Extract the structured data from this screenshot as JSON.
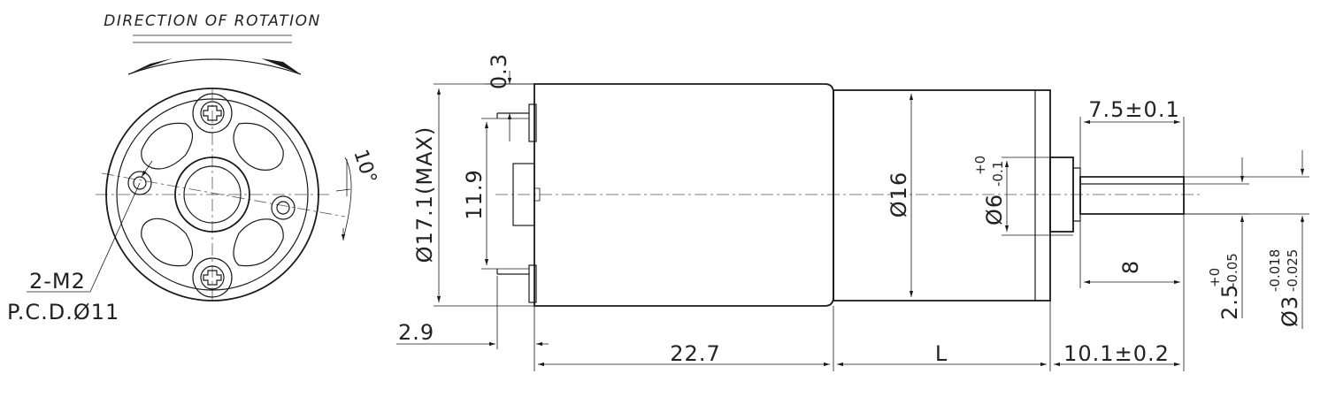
{
  "front_view": {
    "rotation_label": "DIRECTION OF ROTATION",
    "angle_label": "10°",
    "holes_label": "2-M2",
    "pcd_label": "P.C.D.Ø11"
  },
  "dimensions": {
    "d_0_3": "0.3",
    "d_17_1_max": "Ø17.1(MAX)",
    "d_11_9": "11.9",
    "d_2_9": "2.9",
    "d_22_7": "22.7",
    "d_l": "L",
    "d_10_1": "10.1±0.2",
    "d_16": "Ø16",
    "d_6": "Ø6",
    "d_6_tol_upper": "+0",
    "d_6_tol_lower": "-0.1",
    "d_7_5": "7.5±0.1",
    "d_8": "8",
    "d_2_5": "2.5",
    "d_2_5_tol_upper": "+0",
    "d_2_5_tol_lower": "-0.05",
    "d_3": "Ø3",
    "d_3_tol_upper": "-0.018",
    "d_3_tol_lower": "-0.025"
  }
}
